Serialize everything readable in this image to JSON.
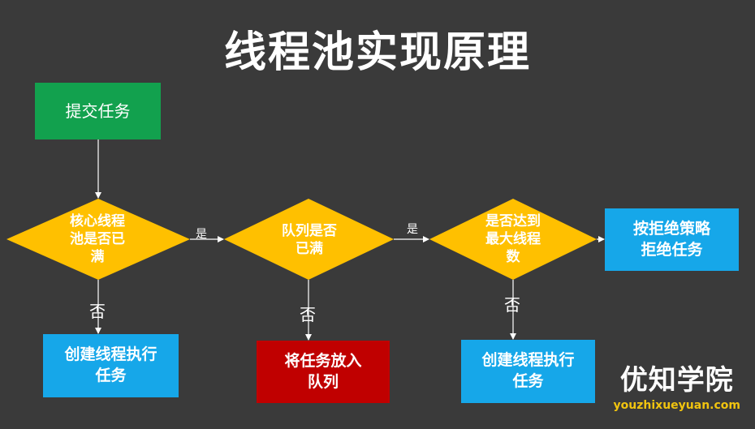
{
  "title": "线程池实现原理",
  "nodes": {
    "submit": "提交任务",
    "core_full": "核心线程\n池是否已\n满",
    "queue_full": "队列是否\n已满",
    "max_reached": "是否达到\n最大线程\n数",
    "reject": "按拒绝策略\n拒绝任务",
    "create_thread_1": "创建线程执行\n任务",
    "enqueue": "将任务放入\n队列",
    "create_thread_2": "创建线程执行\n任务"
  },
  "edge_labels": {
    "yes_1": "是",
    "yes_2": "是",
    "no_1": "否",
    "no_2": "否",
    "no_3": "否"
  },
  "brand": {
    "name": "优知学院",
    "url": "youzhixueyuan.com"
  },
  "colors": {
    "background": "#3a3a3a",
    "start": "#12a14e",
    "decision": "#ffc000",
    "action": "#16a7e9",
    "queue": "#c00000",
    "url": "#f1c40f"
  }
}
